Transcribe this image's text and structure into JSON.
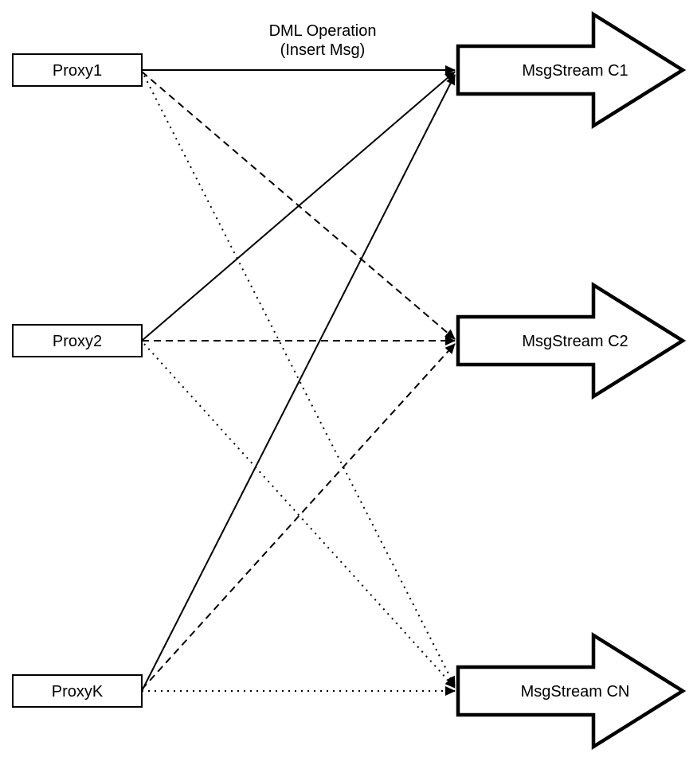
{
  "caption": {
    "line1": "DML Operation",
    "line2": "(Insert Msg)"
  },
  "proxies": [
    {
      "label": "Proxy1"
    },
    {
      "label": "Proxy2"
    },
    {
      "label": "ProxyK"
    }
  ],
  "streams": [
    {
      "label": "MsgStream C1"
    },
    {
      "label": "MsgStream C2"
    },
    {
      "label": "MsgStream CN"
    }
  ],
  "edges": [
    {
      "from": "Proxy1",
      "to": "MsgStream C1",
      "style": "solid"
    },
    {
      "from": "Proxy2",
      "to": "MsgStream C1",
      "style": "solid"
    },
    {
      "from": "ProxyK",
      "to": "MsgStream C1",
      "style": "solid"
    },
    {
      "from": "Proxy1",
      "to": "MsgStream C2",
      "style": "dashed"
    },
    {
      "from": "Proxy2",
      "to": "MsgStream C2",
      "style": "dashed"
    },
    {
      "from": "ProxyK",
      "to": "MsgStream C2",
      "style": "dashed"
    },
    {
      "from": "Proxy1",
      "to": "MsgStream CN",
      "style": "dotted"
    },
    {
      "from": "Proxy2",
      "to": "MsgStream CN",
      "style": "dotted"
    },
    {
      "from": "ProxyK",
      "to": "MsgStream CN",
      "style": "dotted"
    }
  ],
  "colors": {
    "stroke": "#000000",
    "fill": "#ffffff",
    "background": "#ffffff"
  }
}
